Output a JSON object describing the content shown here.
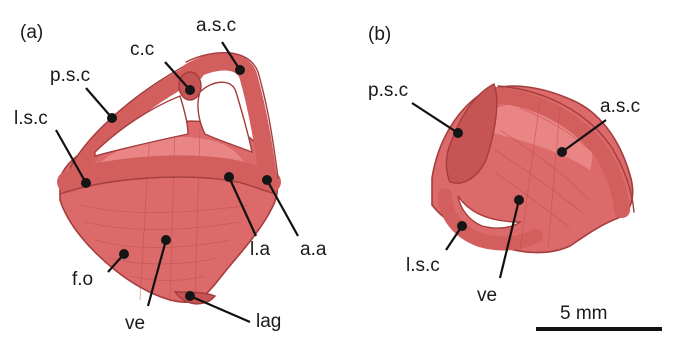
{
  "panels": [
    {
      "id": "a",
      "tag": "(a)",
      "labels": [
        "a.s.c",
        "c.c",
        "p.s.c",
        "l.s.c",
        "l.a",
        "a.a",
        "f.o",
        "ve",
        "lag"
      ]
    },
    {
      "id": "b",
      "tag": "(b)",
      "labels": [
        "p.s.c",
        "a.s.c",
        "l.s.c",
        "ve"
      ]
    }
  ],
  "scale_bar": {
    "label": "5 mm",
    "length_mm": 5
  },
  "colors": {
    "tissue": "#dd6a6a",
    "outline": "#a43d3d",
    "leader": "#111111"
  }
}
